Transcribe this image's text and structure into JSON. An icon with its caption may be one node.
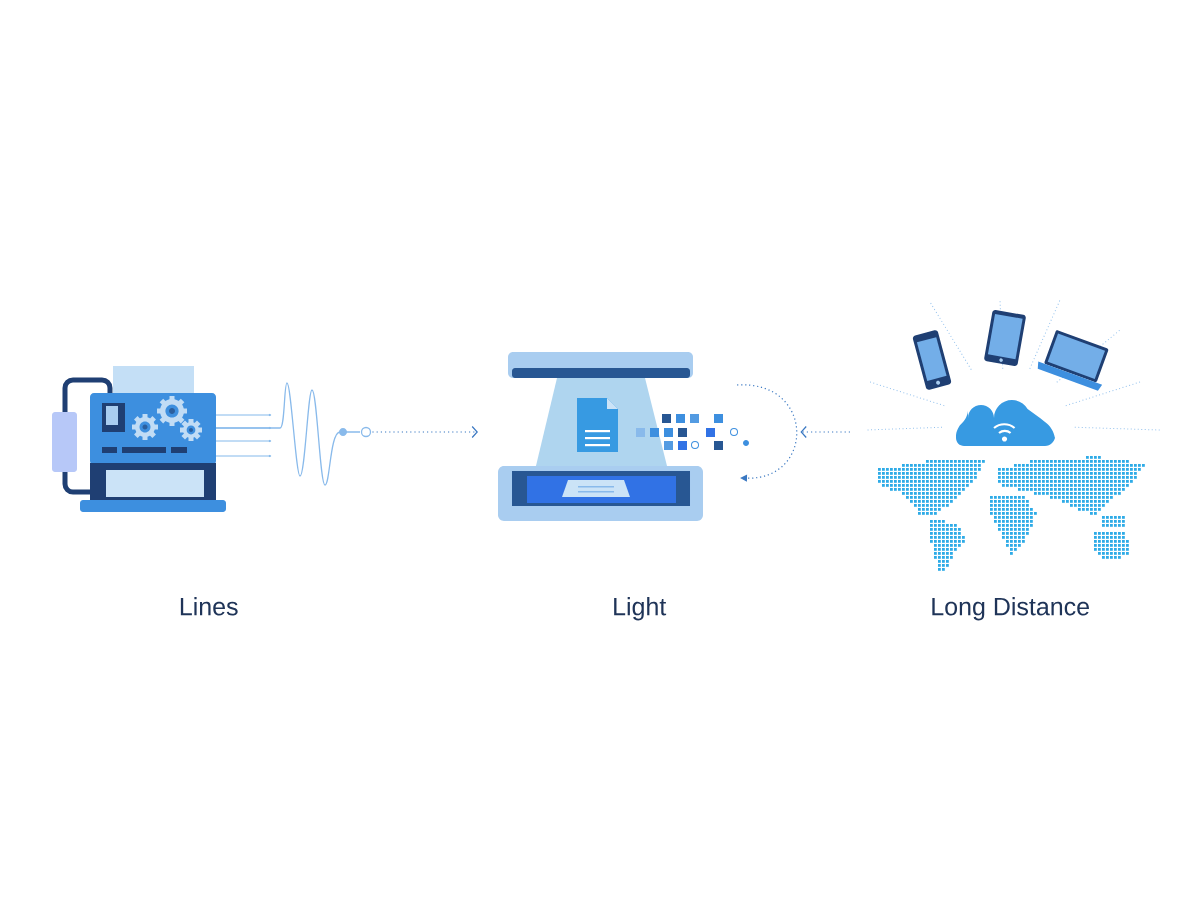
{
  "diagram": {
    "nodes": [
      {
        "text": [
          "Lines"
        ]
      },
      {
        "text": [
          "Light"
        ]
      },
      {
        "text": [
          "Long Distance"
        ]
      }
    ],
    "edges": [
      {
        "from": 0,
        "to": 1,
        "arrow": "to",
        "style": "dashed"
      },
      {
        "from": 2,
        "to": 1,
        "arrow": "to",
        "style": "dashed"
      }
    ]
  }
}
